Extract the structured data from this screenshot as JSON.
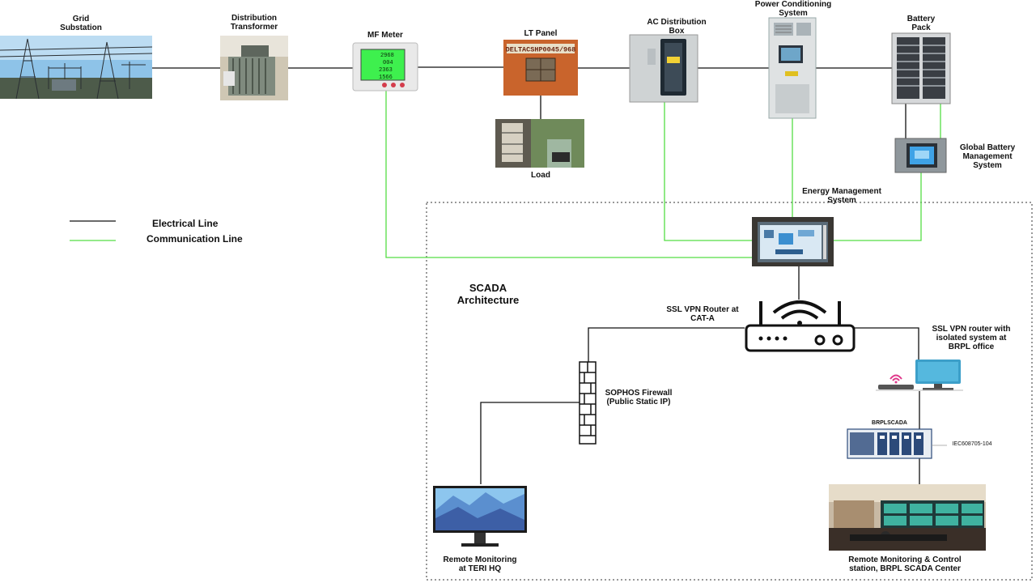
{
  "nodes": {
    "grid_substation": "Grid\nSubstation",
    "distribution_transformer": "Distribution\nTransformer",
    "mf_meter": "MF Meter",
    "lt_panel": "LT Panel",
    "lt_panel_sign": "DELTACSHP0045/968",
    "load": "Load",
    "ac_distribution_box": "AC Distribution\nBox",
    "power_conditioning_system": "Power Conditioning\nSystem",
    "battery_pack": "Battery\nPack",
    "global_bms": "Global Battery\nManagement\nSystem",
    "energy_management_system": "Energy Management\nSystem",
    "ssl_vpn_router_cat_a": "SSL VPN Router at\nCAT-A",
    "ssl_vpn_router_brpl": "SSL VPN router with\nisolated system at\nBRPL office",
    "sophos_firewall": "SOPHOS Firewall\n(Public Static IP)",
    "brplscada": "BRPLSCADA",
    "iec_protocol": "IEC608705-104",
    "remote_monitoring_teri": "Remote Monitoring\nat TERI HQ",
    "remote_monitoring_brpl": "Remote Monitoring & Control\nstation, BRPL SCADA Center"
  },
  "scada_title": "SCADA\nArchitecture",
  "legend": {
    "electrical": "Electrical Line",
    "communication": "Communication Line"
  },
  "colors": {
    "electrical_line": "#111111",
    "communication_line": "#55dd44",
    "boundary": "#333333"
  }
}
